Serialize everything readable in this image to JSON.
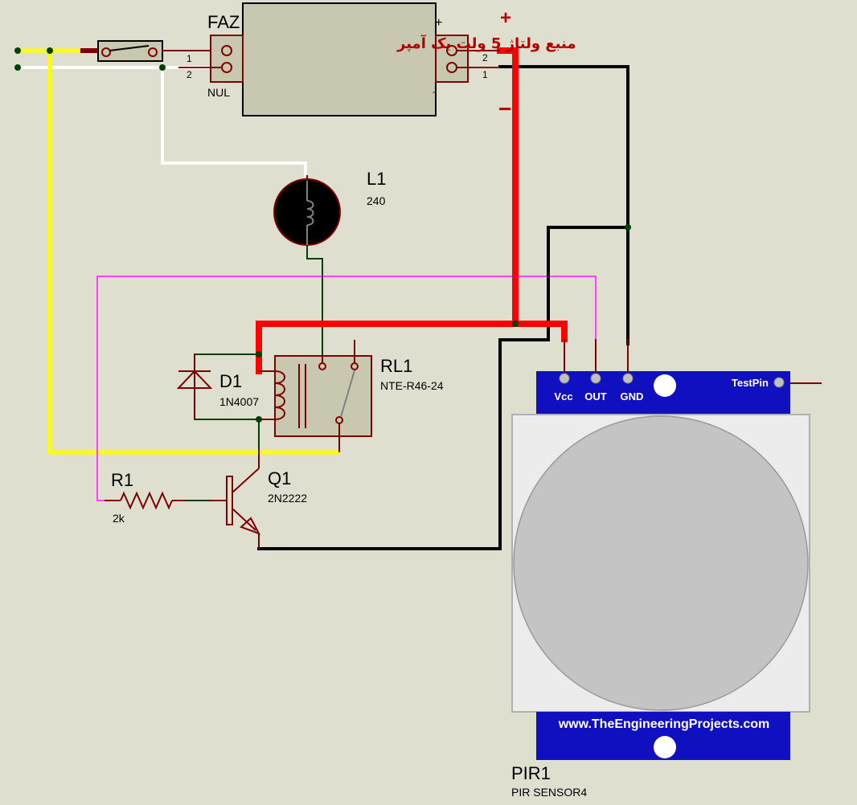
{
  "source": {
    "label": "FAZ",
    "neutral_label": "NUL",
    "pin1": "1",
    "pin2": "2"
  },
  "power_supply": {
    "title": "منبع ولتاژ 5 ولت یک آمپر",
    "plus_mark": "+",
    "minus_mark": "-",
    "out_pin2": "2",
    "out_pin1": "1",
    "output_plus_sign": "+",
    "output_minus_sign": "−"
  },
  "lamp": {
    "ref": "L1",
    "value": "240"
  },
  "relay": {
    "ref": "RL1",
    "value": "NTE-R46-24"
  },
  "diode": {
    "ref": "D1",
    "value": "1N4007"
  },
  "resistor": {
    "ref": "R1",
    "value": "2k"
  },
  "transistor": {
    "ref": "Q1",
    "value": "2N2222"
  },
  "pir": {
    "ref": "PIR1",
    "value": "PIR SENSOR4",
    "pins": [
      "Vcc",
      "OUT",
      "GND"
    ],
    "testpin": "TestPin",
    "website": "www.TheEngineeringProjects.com"
  },
  "colors": {
    "background": "#dfdfd0",
    "component_line": "#800000",
    "component_fill": "#c8c8b0",
    "wire_power": "#ff0000",
    "wire_ground": "#000000",
    "wire_signal": "#ff40ff",
    "wire_phase": "#ffff00",
    "wire_neutral": "#ffffff",
    "wire_lamp": "#004000",
    "pir_blue": "#1010c0",
    "junction": "#004000"
  }
}
